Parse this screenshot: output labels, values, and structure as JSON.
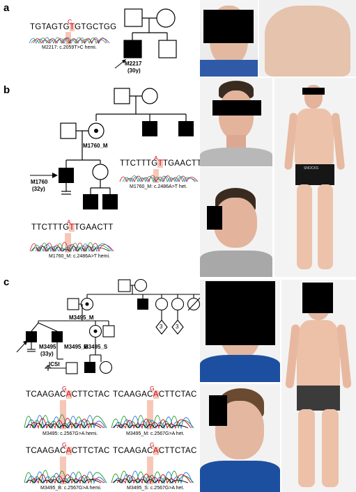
{
  "panels": {
    "a": {
      "letter": "a",
      "seq": {
        "pre": "TGTAGTG",
        "mut": "T",
        "post": "GTGCTGG",
        "top": "C"
      },
      "seq_caption": "M2217: c.2059T>C hemi.",
      "proband_label": "M2217",
      "proband_age": "(30y)"
    },
    "b": {
      "letter": "b",
      "mother_label": "M1760_M",
      "proband_label": "M1760",
      "proband_age": "(32y)",
      "seq_het": {
        "pre": "TTCTTTG",
        "mut": "T",
        "post": "TGAACTT",
        "top": "A"
      },
      "seq_het_caption": "M1760_M: c.2486A>T het.",
      "seq_hemi": {
        "pre": "TTCTTTG",
        "mut": "T",
        "post": "TGAACTT",
        "top": "A"
      },
      "seq_hemi_caption": "M1760_M: c.2486A>T hemi.",
      "shorts_brand": "SNOCKS"
    },
    "c": {
      "letter": "c",
      "mother_label": "M3495_M",
      "proband_label": "M3495",
      "proband_age": "(33y)",
      "brother_label": "M3495_B",
      "sister_label": "M3495_S",
      "icsi_label": "ICSI",
      "diamond_count": "3",
      "seqs": [
        {
          "pre": "TCAAGAC",
          "mut": "A",
          "post": "CTTCTAC",
          "top": "G",
          "caption": "M3495: c.2567G>A hemi."
        },
        {
          "pre": "TCAAGAC",
          "mut": "A",
          "post": "CTTCTAC",
          "top": "G",
          "caption": "M3495_M: c.2567G>A het."
        },
        {
          "pre": "TCAAGAC",
          "mut": "A",
          "post": "CTTCTAC",
          "top": "G",
          "caption": "M3495_B: c.2567G>A hemi."
        },
        {
          "pre": "TCAAGAC",
          "mut": "A",
          "post": "CTTCTAC",
          "top": "G",
          "caption": "M3495_S: c.2567G>A het."
        }
      ]
    }
  },
  "colors": {
    "mutation": "#d0021b",
    "highlight": "#f6c7b7",
    "trace_a": "#1f6fe0",
    "trace_c": "#1a9a1a",
    "trace_g": "#111111",
    "trace_t": "#d0021b"
  }
}
